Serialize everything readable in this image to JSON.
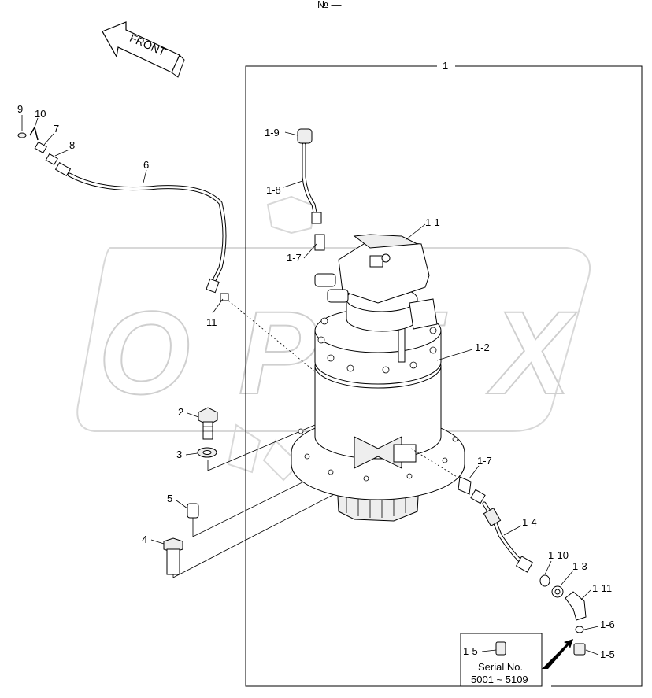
{
  "page_mark": "№ —",
  "front_label": "FRONT",
  "assembly_number": "1",
  "watermark": "OPEX",
  "callouts": {
    "c1_1": "1-1",
    "c1_2": "1-2",
    "c1_3": "1-3",
    "c1_4": "1-4",
    "c1_5a": "1-5",
    "c1_5b": "1-5",
    "c1_6": "1-6",
    "c1_7a": "1-7",
    "c1_7b": "1-7",
    "c1_8": "1-8",
    "c1_9": "1-9",
    "c1_10": "1-10",
    "c1_11": "1-11",
    "c2": "2",
    "c3": "3",
    "c4": "4",
    "c5": "5",
    "c6": "6",
    "c7": "7",
    "c8": "8",
    "c9": "9",
    "c10": "10",
    "c11": "11"
  },
  "serial_box": {
    "callout": "1-5",
    "line1": "Serial No.",
    "line2": "5001 ~ 5109"
  }
}
